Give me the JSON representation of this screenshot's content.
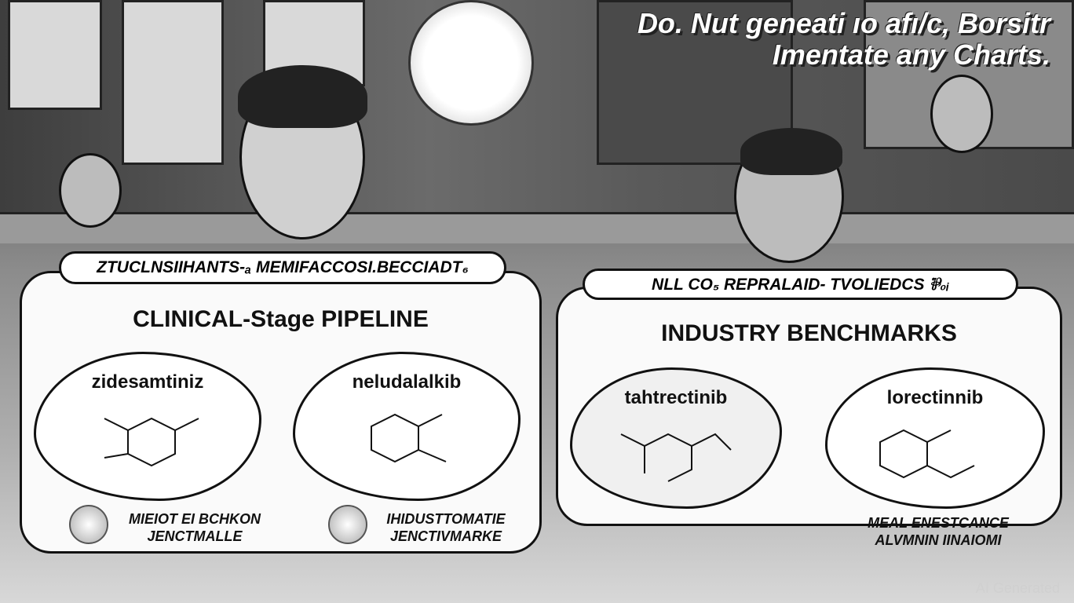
{
  "overlay": {
    "line1": "Do. Nut geneati ıo afı/c, Borsitr",
    "line2": "Imentate any Charts."
  },
  "left_panel": {
    "banner": "ZTUCLNSIIHANTS-ₐ MEMIFACCOSI.BECCIADT₆",
    "title": "CLINICAL-Stage PIPELINE",
    "drugs": [
      {
        "name": "zidesamtiniz"
      },
      {
        "name": "neludalalkib"
      }
    ],
    "footnotes": [
      {
        "line1": "MIEIOT EI BCHKON",
        "line2": "JENCTMALLE"
      },
      {
        "line1": "IHIDUSTTOMATIE",
        "line2": "JENCTIVMARKE"
      }
    ]
  },
  "right_panel": {
    "banner": "NLL CO₅ REPRALAID- TVOLIEDCS ⅌₀ᵢ",
    "title": "INDUSTRY BENCHMARKS",
    "drugs": [
      {
        "name": "tahtrectinib"
      },
      {
        "name": "lorectinnib"
      }
    ],
    "footnote": {
      "line1": "MEAL ENESTCANCE",
      "line2": "ALVMNIN IINAIOMI"
    }
  },
  "watermark": "AI Generated"
}
